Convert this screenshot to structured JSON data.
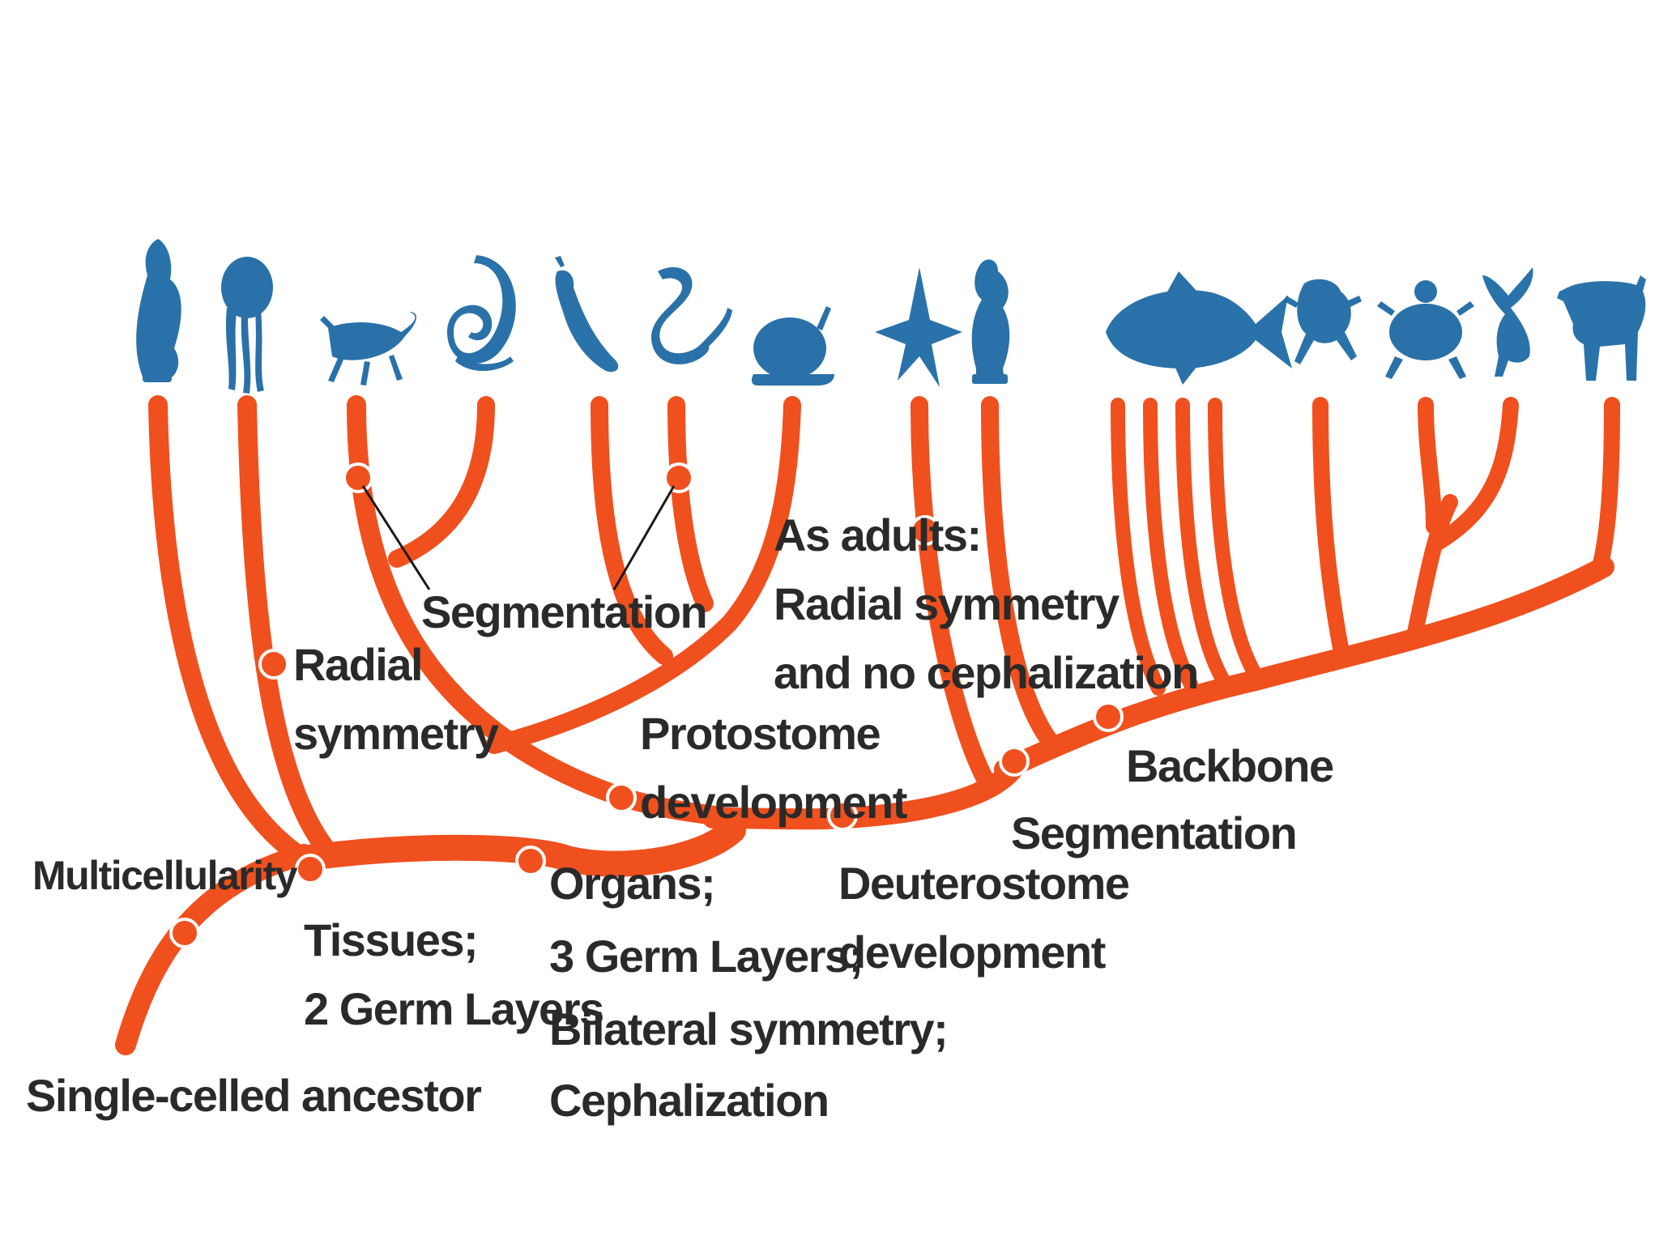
{
  "colors": {
    "branch": "#f0501e",
    "animal": "#1f6aa5",
    "text": "#2a2a2a",
    "leader": "#1a1a1a"
  },
  "animals": [
    {
      "icon": "sponge-icon"
    },
    {
      "icon": "jellyfish-icon"
    },
    {
      "icon": "arthropod-icon"
    },
    {
      "icon": "roundworm-icon"
    },
    {
      "icon": "flatworm-icon"
    },
    {
      "icon": "segmented-worm-icon"
    },
    {
      "icon": "snail-icon"
    },
    {
      "icon": "sea-star-icon"
    },
    {
      "icon": "sea-squirt-icon"
    },
    {
      "icon": "fish-icon"
    },
    {
      "icon": "frog-icon"
    },
    {
      "icon": "turtle-icon"
    },
    {
      "icon": "bird-icon"
    },
    {
      "icon": "cow-icon"
    }
  ],
  "labels": {
    "single_celled_ancestor": "Single-celled ancestor",
    "multicellularity": "Multicellularity",
    "tissues_1": "Tissues;",
    "tissues_2": "2 Germ Layers",
    "radial_1": "Radial",
    "radial_2": "symmetry",
    "organs_1": "Organs;",
    "organs_2": "3 Germ Layers;",
    "organs_3": "Bilateral symmetry;",
    "organs_4": "Cephalization",
    "protostome_1": "Protostome",
    "protostome_2": "development",
    "segmentation_protostome": "Segmentation",
    "deuterostome_1": "Deuterostome",
    "deuterostome_2": "development",
    "adults_1": "As adults:",
    "adults_2": "Radial symmetry",
    "adults_3": "and no cephalization",
    "segmentation_chordate": "Segmentation",
    "backbone": "Backbone"
  }
}
